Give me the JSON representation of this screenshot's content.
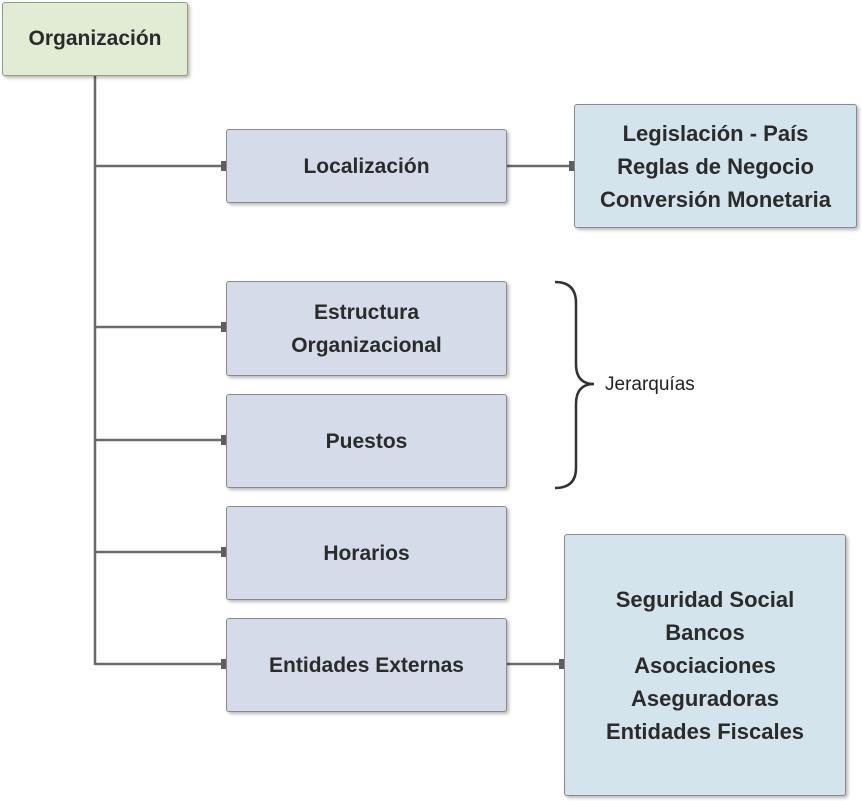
{
  "diagram": {
    "root": {
      "label": "Organización"
    },
    "children": [
      {
        "id": "localizacion",
        "lines": [
          "Localización"
        ]
      },
      {
        "id": "estructura",
        "lines": [
          "Estructura",
          "Organizacional"
        ]
      },
      {
        "id": "puestos",
        "lines": [
          "Puestos"
        ]
      },
      {
        "id": "horarios",
        "lines": [
          "Horarios"
        ]
      },
      {
        "id": "entidades",
        "lines": [
          "Entidades Externas"
        ]
      }
    ],
    "localizacion_detail": {
      "lines": [
        "Legislación - País",
        "Reglas de Negocio",
        "Conversión Monetaria"
      ]
    },
    "entidades_detail": {
      "lines": [
        "Seguridad Social",
        "Bancos",
        "Asociaciones",
        "Aseguradoras",
        "Entidades Fiscales"
      ]
    },
    "brace_label": "Jerarquías"
  }
}
